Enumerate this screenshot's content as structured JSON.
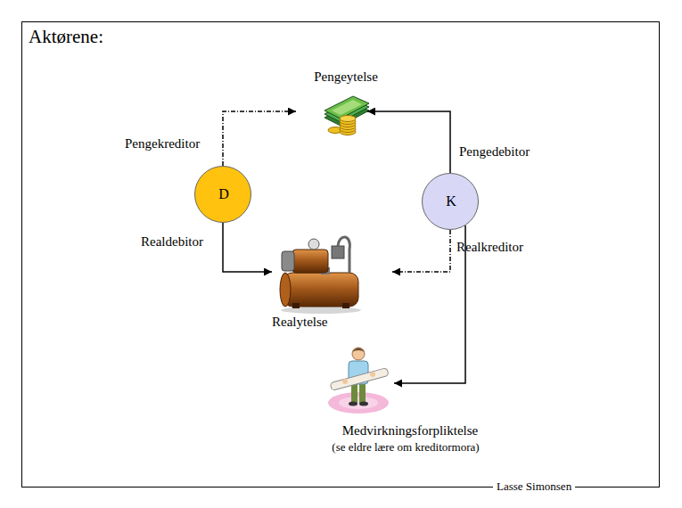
{
  "diagram": {
    "title": "Aktørene:",
    "nodes": [
      {
        "text": [
          "Pengeytelse"
        ]
      },
      {
        "text": [
          "D"
        ]
      },
      {
        "text": [
          "K"
        ]
      },
      {
        "text": [
          "Realytelse"
        ]
      },
      {
        "text": [
          "Medvirkningsforpliktelse",
          "(se eldre lære om kreditormora)"
        ]
      }
    ],
    "edges": [
      {
        "from": 1,
        "to": 0,
        "arrow": "to"
      },
      {
        "from": 2,
        "to": 0,
        "arrow": "to"
      },
      {
        "from": 1,
        "to": 3,
        "arrow": "to"
      },
      {
        "from": 2,
        "to": 3,
        "arrow": "to"
      },
      {
        "from": 2,
        "to": 4,
        "arrow": "to"
      }
    ],
    "labels": [
      "Pengekreditor",
      "Pengedebitor",
      "Realdebitor",
      "Realkreditor",
      "Lasse Simonsen"
    ]
  }
}
